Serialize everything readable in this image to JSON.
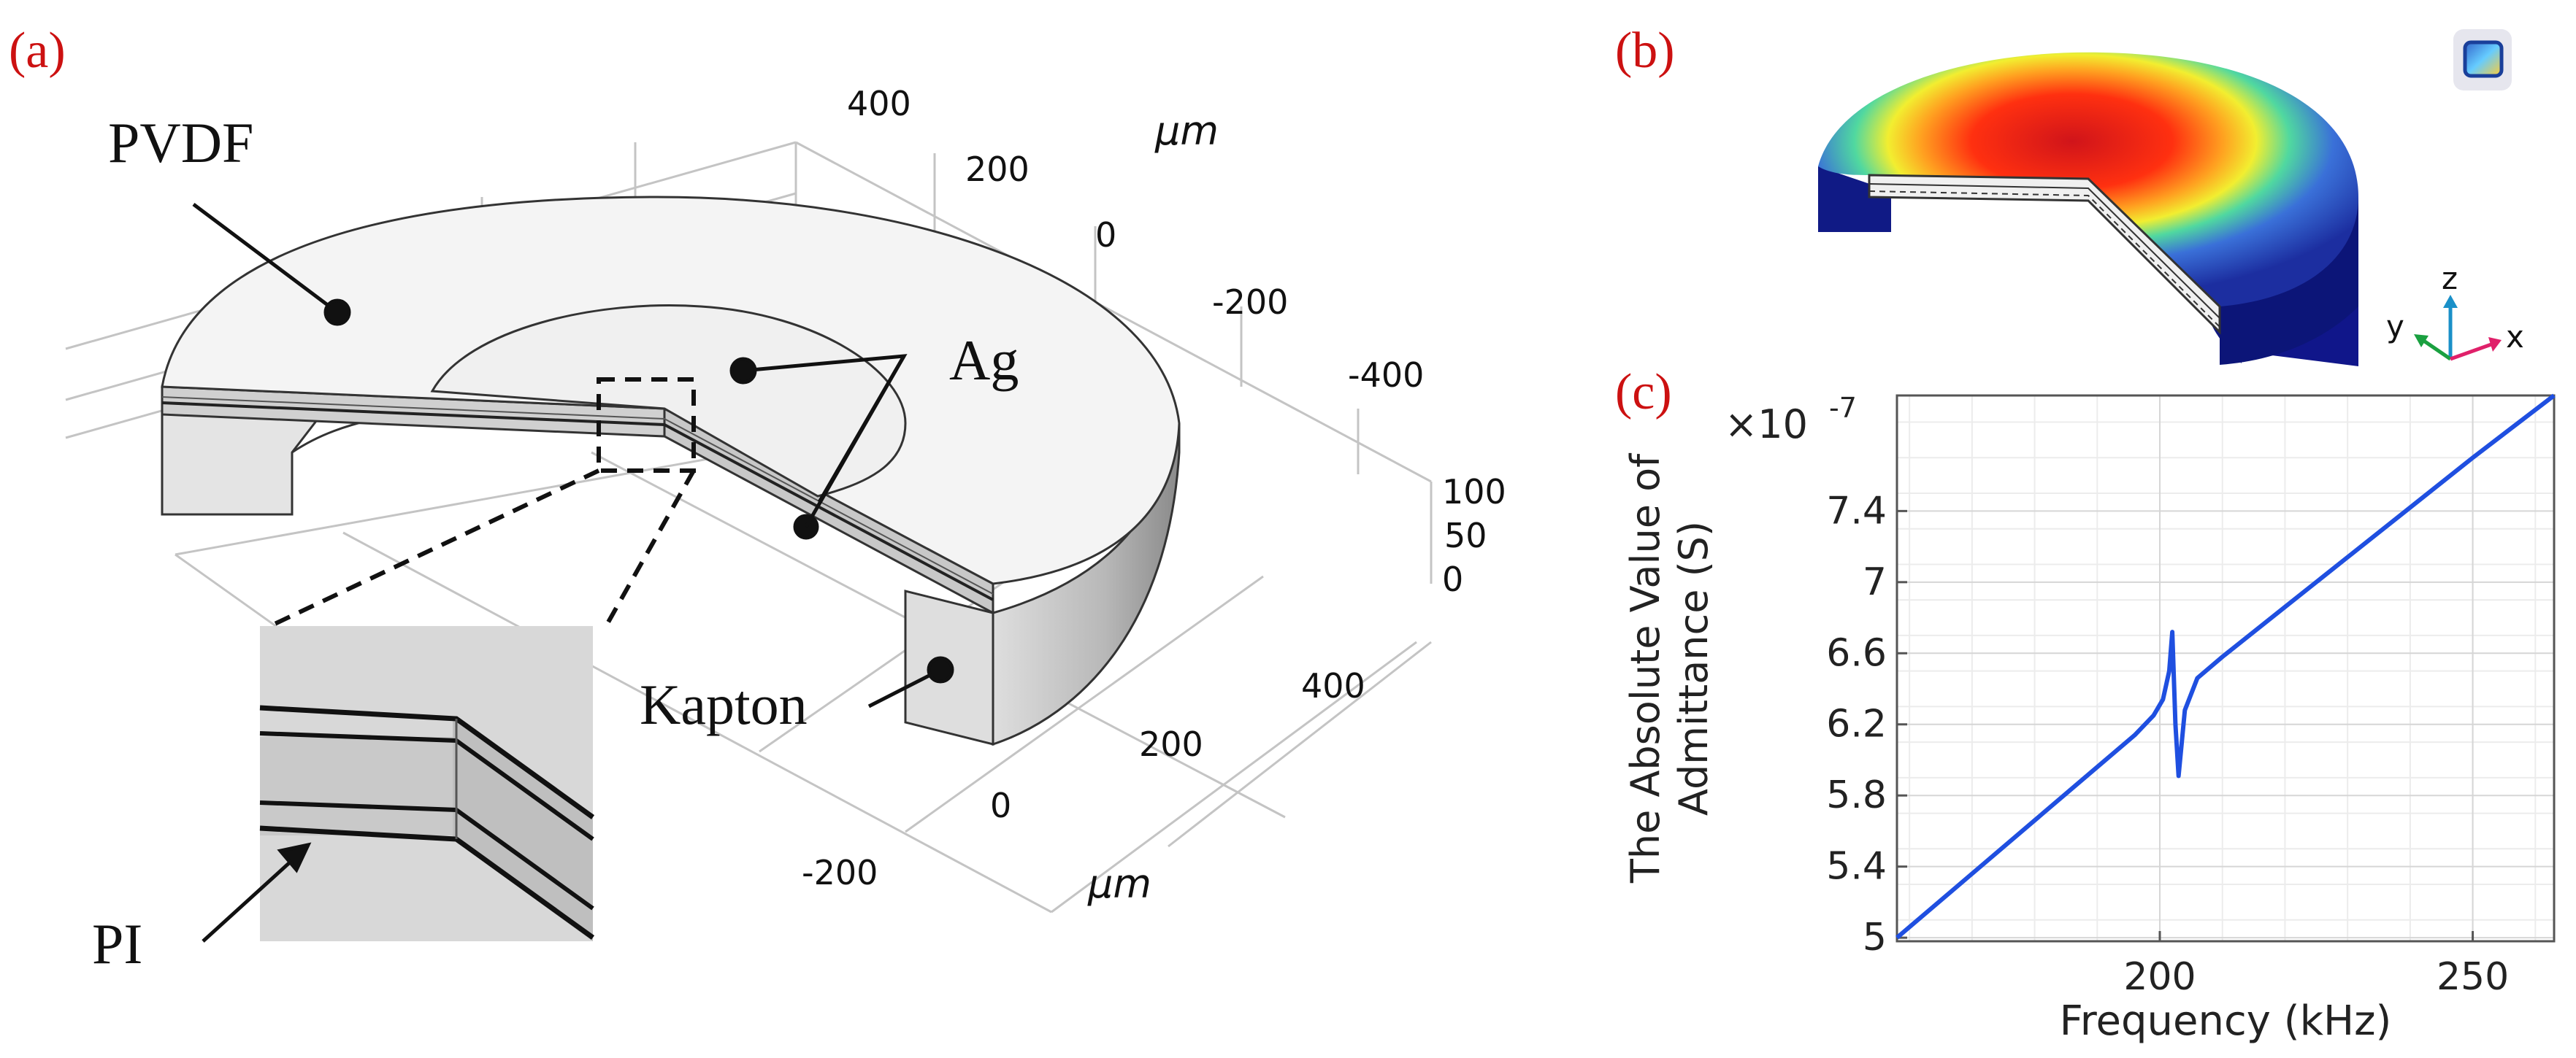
{
  "panels": {
    "a": {
      "tag": "(a)",
      "labels": {
        "pvdf": "PVDF",
        "ag": "Ag",
        "kapton": "Kapton",
        "pi": "PI"
      },
      "axes": {
        "unit": "μm",
        "upper_ticks": [
          "400",
          "200",
          "0",
          "-200",
          "-400"
        ],
        "z_ticks": [
          "100",
          "50",
          "0"
        ],
        "lower_ticks": [
          "400",
          "200",
          "0",
          "-200"
        ]
      }
    },
    "b": {
      "tag": "(b)",
      "axis_triad": {
        "z": "z",
        "y": "y",
        "x": "x"
      }
    },
    "c": {
      "tag": "(c)",
      "chart_data": {
        "type": "line",
        "xlabel": "Frequency (kHz)",
        "ylabel_line1": "The Absolute Value of",
        "ylabel_line2": "Admittance (S)",
        "y_multiplier": "×10",
        "y_exponent": "-7",
        "xlim": [
          158,
          263
        ],
        "ylim": [
          4.98,
          8.05
        ],
        "x_ticks": [
          200,
          250
        ],
        "y_ticks": [
          5,
          5.4,
          5.8,
          6.2,
          6.6,
          7,
          7.4
        ],
        "grid": true,
        "series_color": "#1f4fe0",
        "x": [
          158,
          170,
          180,
          190,
          196,
          199,
          200.5,
          201.5,
          202,
          202.5,
          203,
          204,
          206,
          210,
          220,
          230,
          240,
          250,
          263
        ],
        "y": [
          5.0,
          5.36,
          5.66,
          5.96,
          6.14,
          6.25,
          6.34,
          6.5,
          6.72,
          6.2,
          5.91,
          6.28,
          6.46,
          6.58,
          6.86,
          7.14,
          7.42,
          7.7,
          8.05
        ]
      }
    }
  }
}
